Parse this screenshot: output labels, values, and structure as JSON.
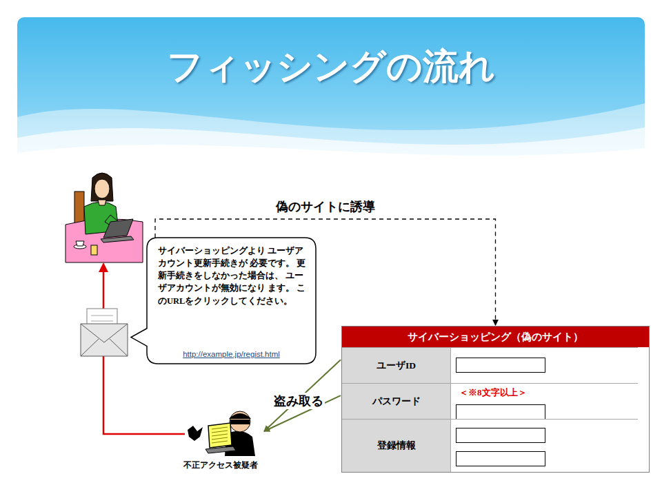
{
  "diagram": {
    "title": "フィッシングの流れ",
    "nodes": [
      {
        "text": [
          "サイバーショッピングより ユーザアカウント更新手続きが 必要です。 更新手続きをしなかった場合は、 ユーザアカウントが無効になり ます。 このURLをクリックしてください。",
          "http://example.jp/regist.html"
        ]
      },
      {
        "text": [
          "サイバーショッピング（偽のサイト）"
        ]
      },
      {
        "text": [
          "ユーザID"
        ],
        "in": 1
      },
      {
        "text": [
          "パスワード"
        ],
        "in": 1
      },
      {
        "text": [
          "登録情報"
        ],
        "in": 1
      },
      {
        "text": [
          "不正アクセス被疑者"
        ]
      }
    ],
    "edges": [
      {
        "from": 0,
        "to": 1,
        "arrow": "to",
        "label": "偽のサイトに誘導"
      },
      {
        "from": 2,
        "to": 5,
        "arrow": "to"
      },
      {
        "from": 3,
        "to": 5,
        "arrow": "to"
      }
    ],
    "labels": [
      "盗み取る",
      "＜※8文字以上＞"
    ]
  }
}
